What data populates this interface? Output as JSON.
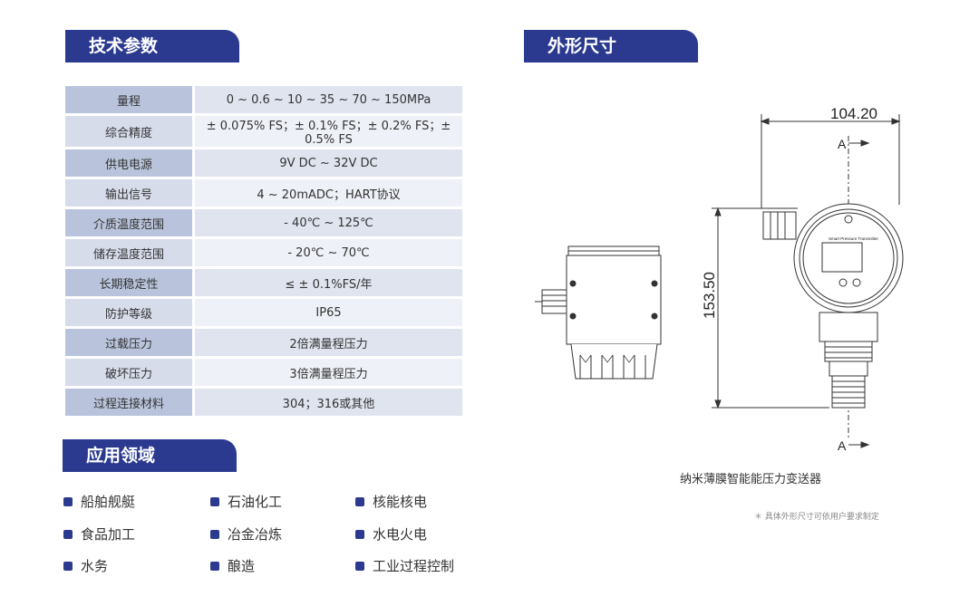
{
  "sections": {
    "specs_title": "技术参数",
    "dims_title": "外形尺寸",
    "apps_title": "应用领域"
  },
  "specs": [
    {
      "label": "量程",
      "value": "0 ~ 0.6 ~ 10 ~ 35 ~ 70 ~ 150MPa"
    },
    {
      "label": "综合精度",
      "value": "± 0.075% FS；± 0.1% FS；± 0.2% FS；± 0.5% FS"
    },
    {
      "label": "供电电源",
      "value": "9V DC ~ 32V DC"
    },
    {
      "label": "输出信号",
      "value": "4 ~ 20mADC；HART协议"
    },
    {
      "label": "介质温度范围",
      "value": "- 40℃ ~ 125℃"
    },
    {
      "label": "储存温度范围",
      "value": "- 20℃ ~ 70℃"
    },
    {
      "label": "长期稳定性",
      "value": "≤ ± 0.1%FS/年"
    },
    {
      "label": "防护等级",
      "value": "IP65"
    },
    {
      "label": "过载压力",
      "value": "2倍满量程压力"
    },
    {
      "label": "破坏压力",
      "value": "3倍满量程压力"
    },
    {
      "label": "过程连接材料",
      "value": "304；316或其他"
    }
  ],
  "applications": [
    "船舶舰艇",
    "石油化工",
    "核能核电",
    "食品加工",
    "冶金冶炼",
    "水电火电",
    "水务",
    "酿造",
    "工业过程控制"
  ],
  "drawing": {
    "width_dim": "104.20",
    "height_dim": "153.50",
    "section_mark_top": "A",
    "section_mark_bottom": "A",
    "device_label": "Smart Pressure Transmitter"
  },
  "caption": "纳米薄膜智能能压力变送器",
  "note": "＊  具体外形尺寸可依用户要求制定",
  "colors": {
    "brand": "#2b3a8f",
    "table_key": "#b9c4dc",
    "table_value": "#dfe4ef"
  }
}
